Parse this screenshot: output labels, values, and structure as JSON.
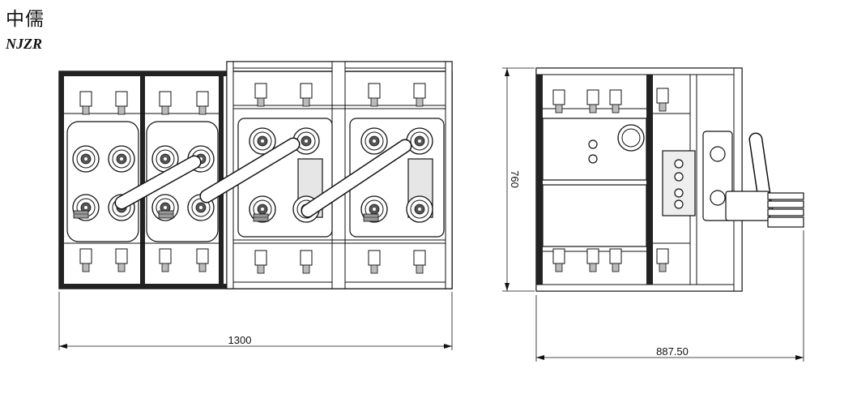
{
  "logo": {
    "chinese": "中儒",
    "english": "NJZR"
  },
  "dimensions": {
    "front_width": "1300",
    "side_height": "760",
    "side_width": "887.50"
  }
}
